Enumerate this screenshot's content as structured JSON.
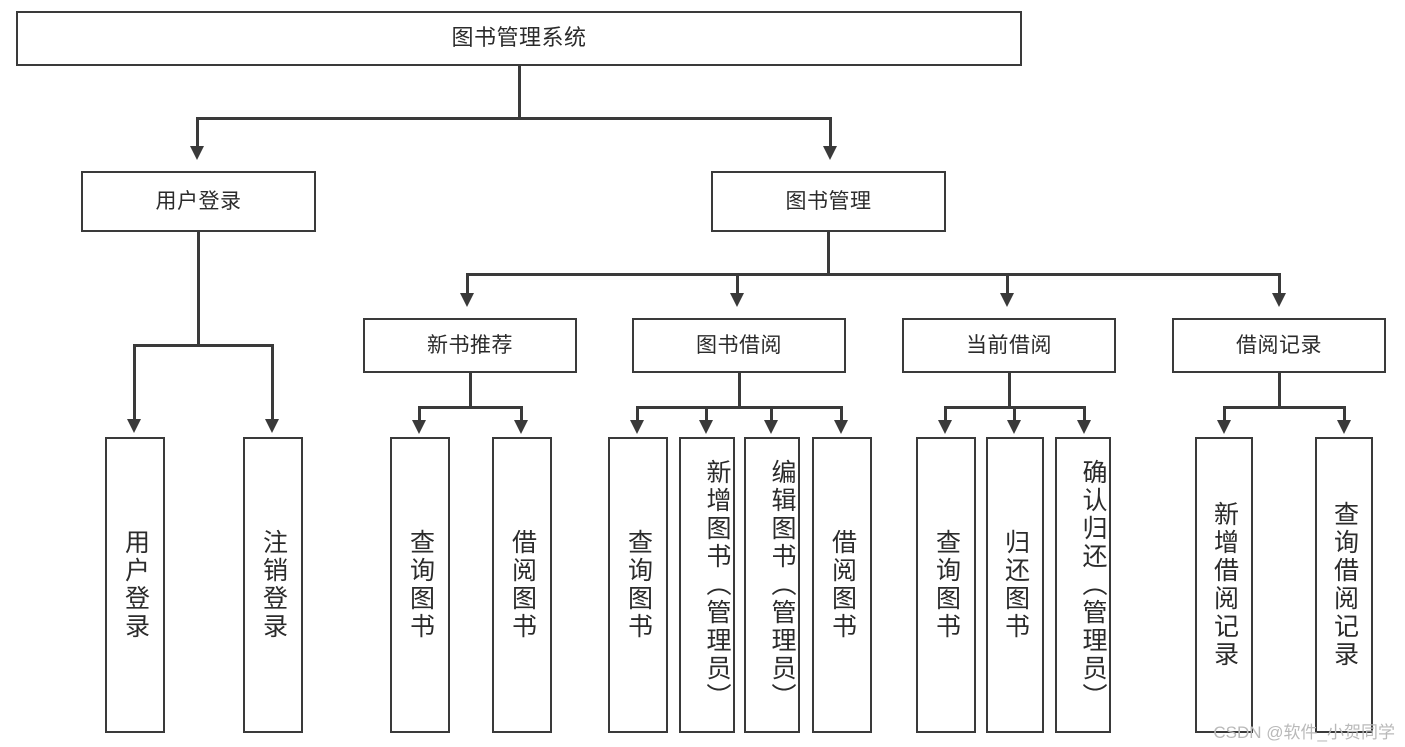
{
  "diagram": {
    "title": "图书管理系统",
    "watermark": "CSDN @软件_小贺同学",
    "colors": {
      "stroke": "#3a3a3a",
      "text": "#2b2b2b",
      "background": "#ffffff",
      "watermark": "#b9b9b9"
    },
    "root": {
      "label": "图书管理系统"
    },
    "level2": [
      {
        "label": "用户登录"
      },
      {
        "label": "图书管理"
      }
    ],
    "level3": [
      {
        "label": "新书推荐"
      },
      {
        "label": "图书借阅"
      },
      {
        "label": "当前借阅"
      },
      {
        "label": "借阅记录"
      }
    ],
    "leaves": {
      "user_login": [
        {
          "label": "用户登录"
        },
        {
          "label": "注销登录"
        }
      ],
      "new_book": [
        {
          "label": "查询图书"
        },
        {
          "label": "借阅图书"
        }
      ],
      "book_borrow": [
        {
          "label": "查询图书"
        },
        {
          "label": "新增图书（管理员）"
        },
        {
          "label": "编辑图书（管理员）"
        },
        {
          "label": "借阅图书"
        }
      ],
      "current_borrow": [
        {
          "label": "查询图书"
        },
        {
          "label": "归还图书"
        },
        {
          "label": "确认归还（管理员）"
        }
      ],
      "borrow_record": [
        {
          "label": "新增借阅记录"
        },
        {
          "label": "查询借阅记录"
        }
      ]
    }
  }
}
